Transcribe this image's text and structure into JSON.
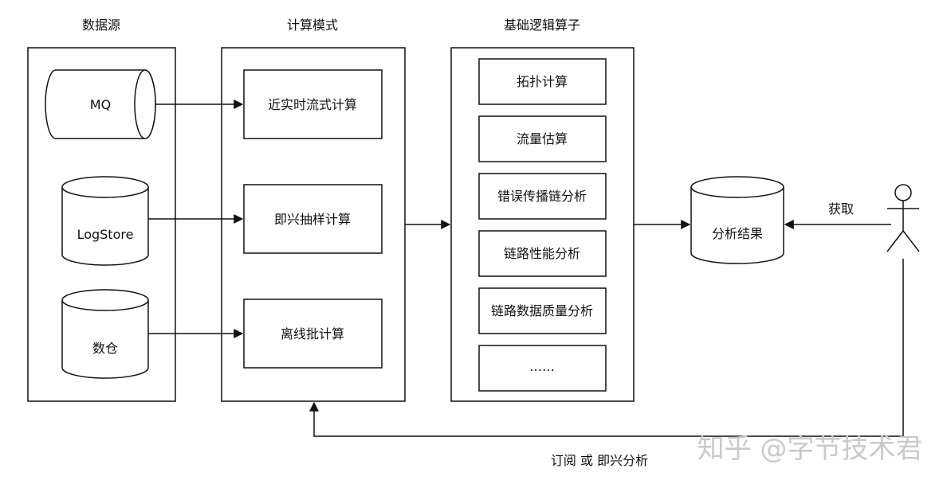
{
  "headers": {
    "sources": "数据源",
    "modes": "计算模式",
    "operators": "基础逻辑算子"
  },
  "sources": {
    "mq": "MQ",
    "logstore": "LogStore",
    "warehouse": "数仓"
  },
  "modes": {
    "realtime": "近实时流式计算",
    "adhoc": "即兴抽样计算",
    "offline": "离线批计算"
  },
  "operators": [
    "拓扑计算",
    "流量估算",
    "错误传播链分析",
    "链路性能分析",
    "链路数据质量分析",
    "……"
  ],
  "result": "分析结果",
  "edges": {
    "fetch": "获取",
    "subscribe": "订阅 或 即兴分析"
  },
  "watermark": "知乎 @字节技术君"
}
